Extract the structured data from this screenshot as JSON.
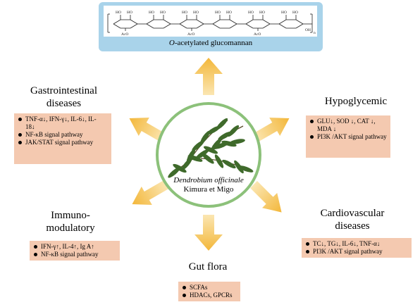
{
  "structure": {
    "caption_prefix": "O",
    "caption_rest": "-acetylated glucomannan",
    "ring_labels": [
      "HO",
      "HO",
      "HO",
      "HO",
      "HO",
      "HO",
      "HO",
      "HO",
      "HO",
      "HO",
      "HO",
      "HO"
    ],
    "ac_labels": [
      "AcO",
      "AcO",
      "AcO"
    ],
    "oh_label": "OH",
    "subscript": "n"
  },
  "center": {
    "species": "Dendrobium officinale",
    "authority": "Kimura et Migo"
  },
  "sections": {
    "gastro": {
      "title_line1": "Gastrointestinal",
      "title_line2": "diseases",
      "items": [
        "TNF-α↓, IFN-γ↓, IL-6↓, IL-18↓",
        "NF-κB signal pathway",
        "JAK/STAT signal pathway"
      ]
    },
    "hypo": {
      "title": "Hypoglycemic",
      "items": [
        "GLU↓, SOD ↓, CAT ↓, MDA ↓",
        "PI3K /AKT signal pathway"
      ]
    },
    "immuno": {
      "title_line1": "Immuno-",
      "title_line2": "modulatory",
      "items": [
        "IFN-γ↑, IL-4↑, Ig A↑",
        "NF-κB signal pathway"
      ]
    },
    "cardio": {
      "title_line1": "Cardiovascular",
      "title_line2": "diseases",
      "items": [
        "TC↓, TG↓, IL-6↓, TNF-α↓",
        "PI3K /AKT signal pathway"
      ]
    },
    "gut": {
      "title": "Gut flora",
      "items": [
        "SCFAs",
        "HDACs, GPCRs"
      ]
    }
  },
  "colors": {
    "arrow": "#f5c050",
    "box_fill": "#f4c9b0",
    "circle_border": "#8cc17a",
    "top_frame": "#a9d3ea",
    "leaf": "#3f6a2b"
  }
}
